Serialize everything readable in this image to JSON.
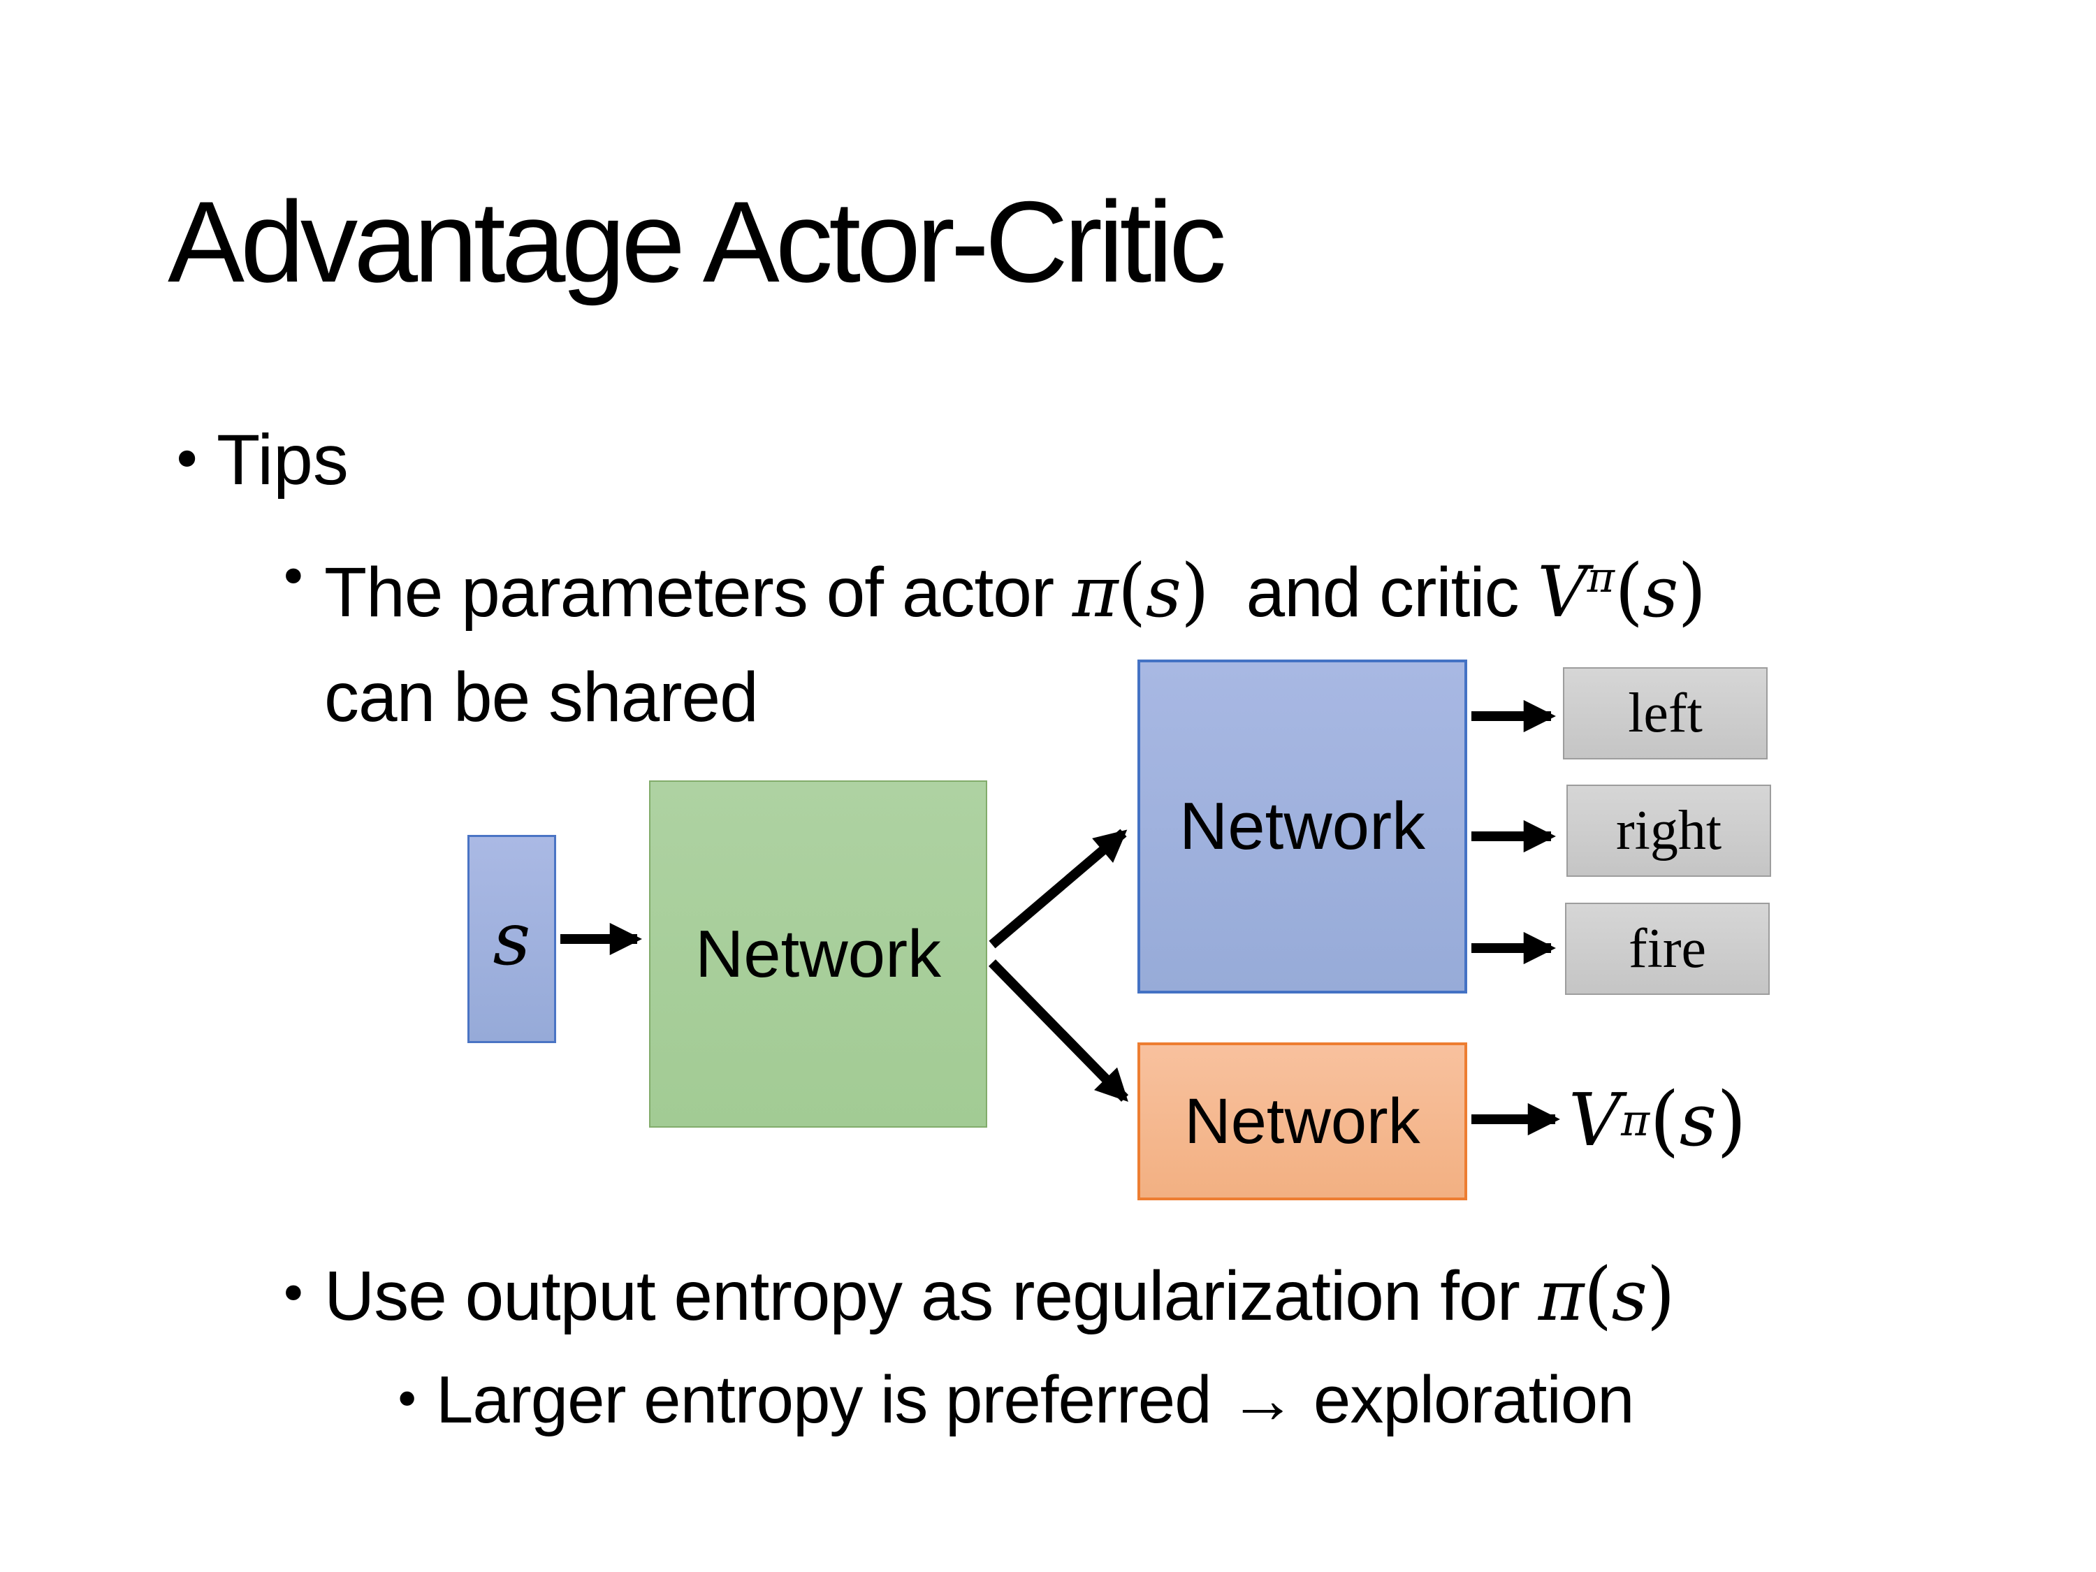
{
  "slide": {
    "title": "Advantage Actor-Critic"
  },
  "bullets": {
    "bullet_glyph": "•",
    "tips": "Tips",
    "param_line1_pre": "The parameters of actor ",
    "param_line1_mid": "  and critic ",
    "param_line2": "can be shared",
    "entropy_pre": "Use output entropy as regularization for ",
    "explore_text": "Larger entropy is preferred → exploration"
  },
  "math": {
    "pi": "π",
    "s": "s",
    "V": "V",
    "lparen": "(",
    "rparen": ")"
  },
  "diagram": {
    "input_label": "s",
    "shared_network_label": "Network",
    "actor_network_label": "Network",
    "critic_network_label": "Network",
    "actions": [
      "left",
      "right",
      "fire"
    ]
  },
  "colors": {
    "input-fill-top": "#aab9e4",
    "input-fill-bottom": "#96aad8",
    "input-border": "#4a74c4",
    "shared-fill-top": "#aed2a2",
    "shared-fill-bottom": "#a2cb94",
    "shared-border": "#82ac6b",
    "actor-fill-top": "#a8b8e3",
    "actor-fill-bottom": "#97abd8",
    "actor-border": "#4472c4",
    "critic-fill-top": "#f8c19e",
    "critic-fill-bottom": "#f2b082",
    "critic-border": "#ed7d31",
    "action-fill-top": "#d6d6d6",
    "action-fill-bottom": "#c5c5c5",
    "action-border": "#9d9d9d",
    "arrow-color": "#000000"
  }
}
